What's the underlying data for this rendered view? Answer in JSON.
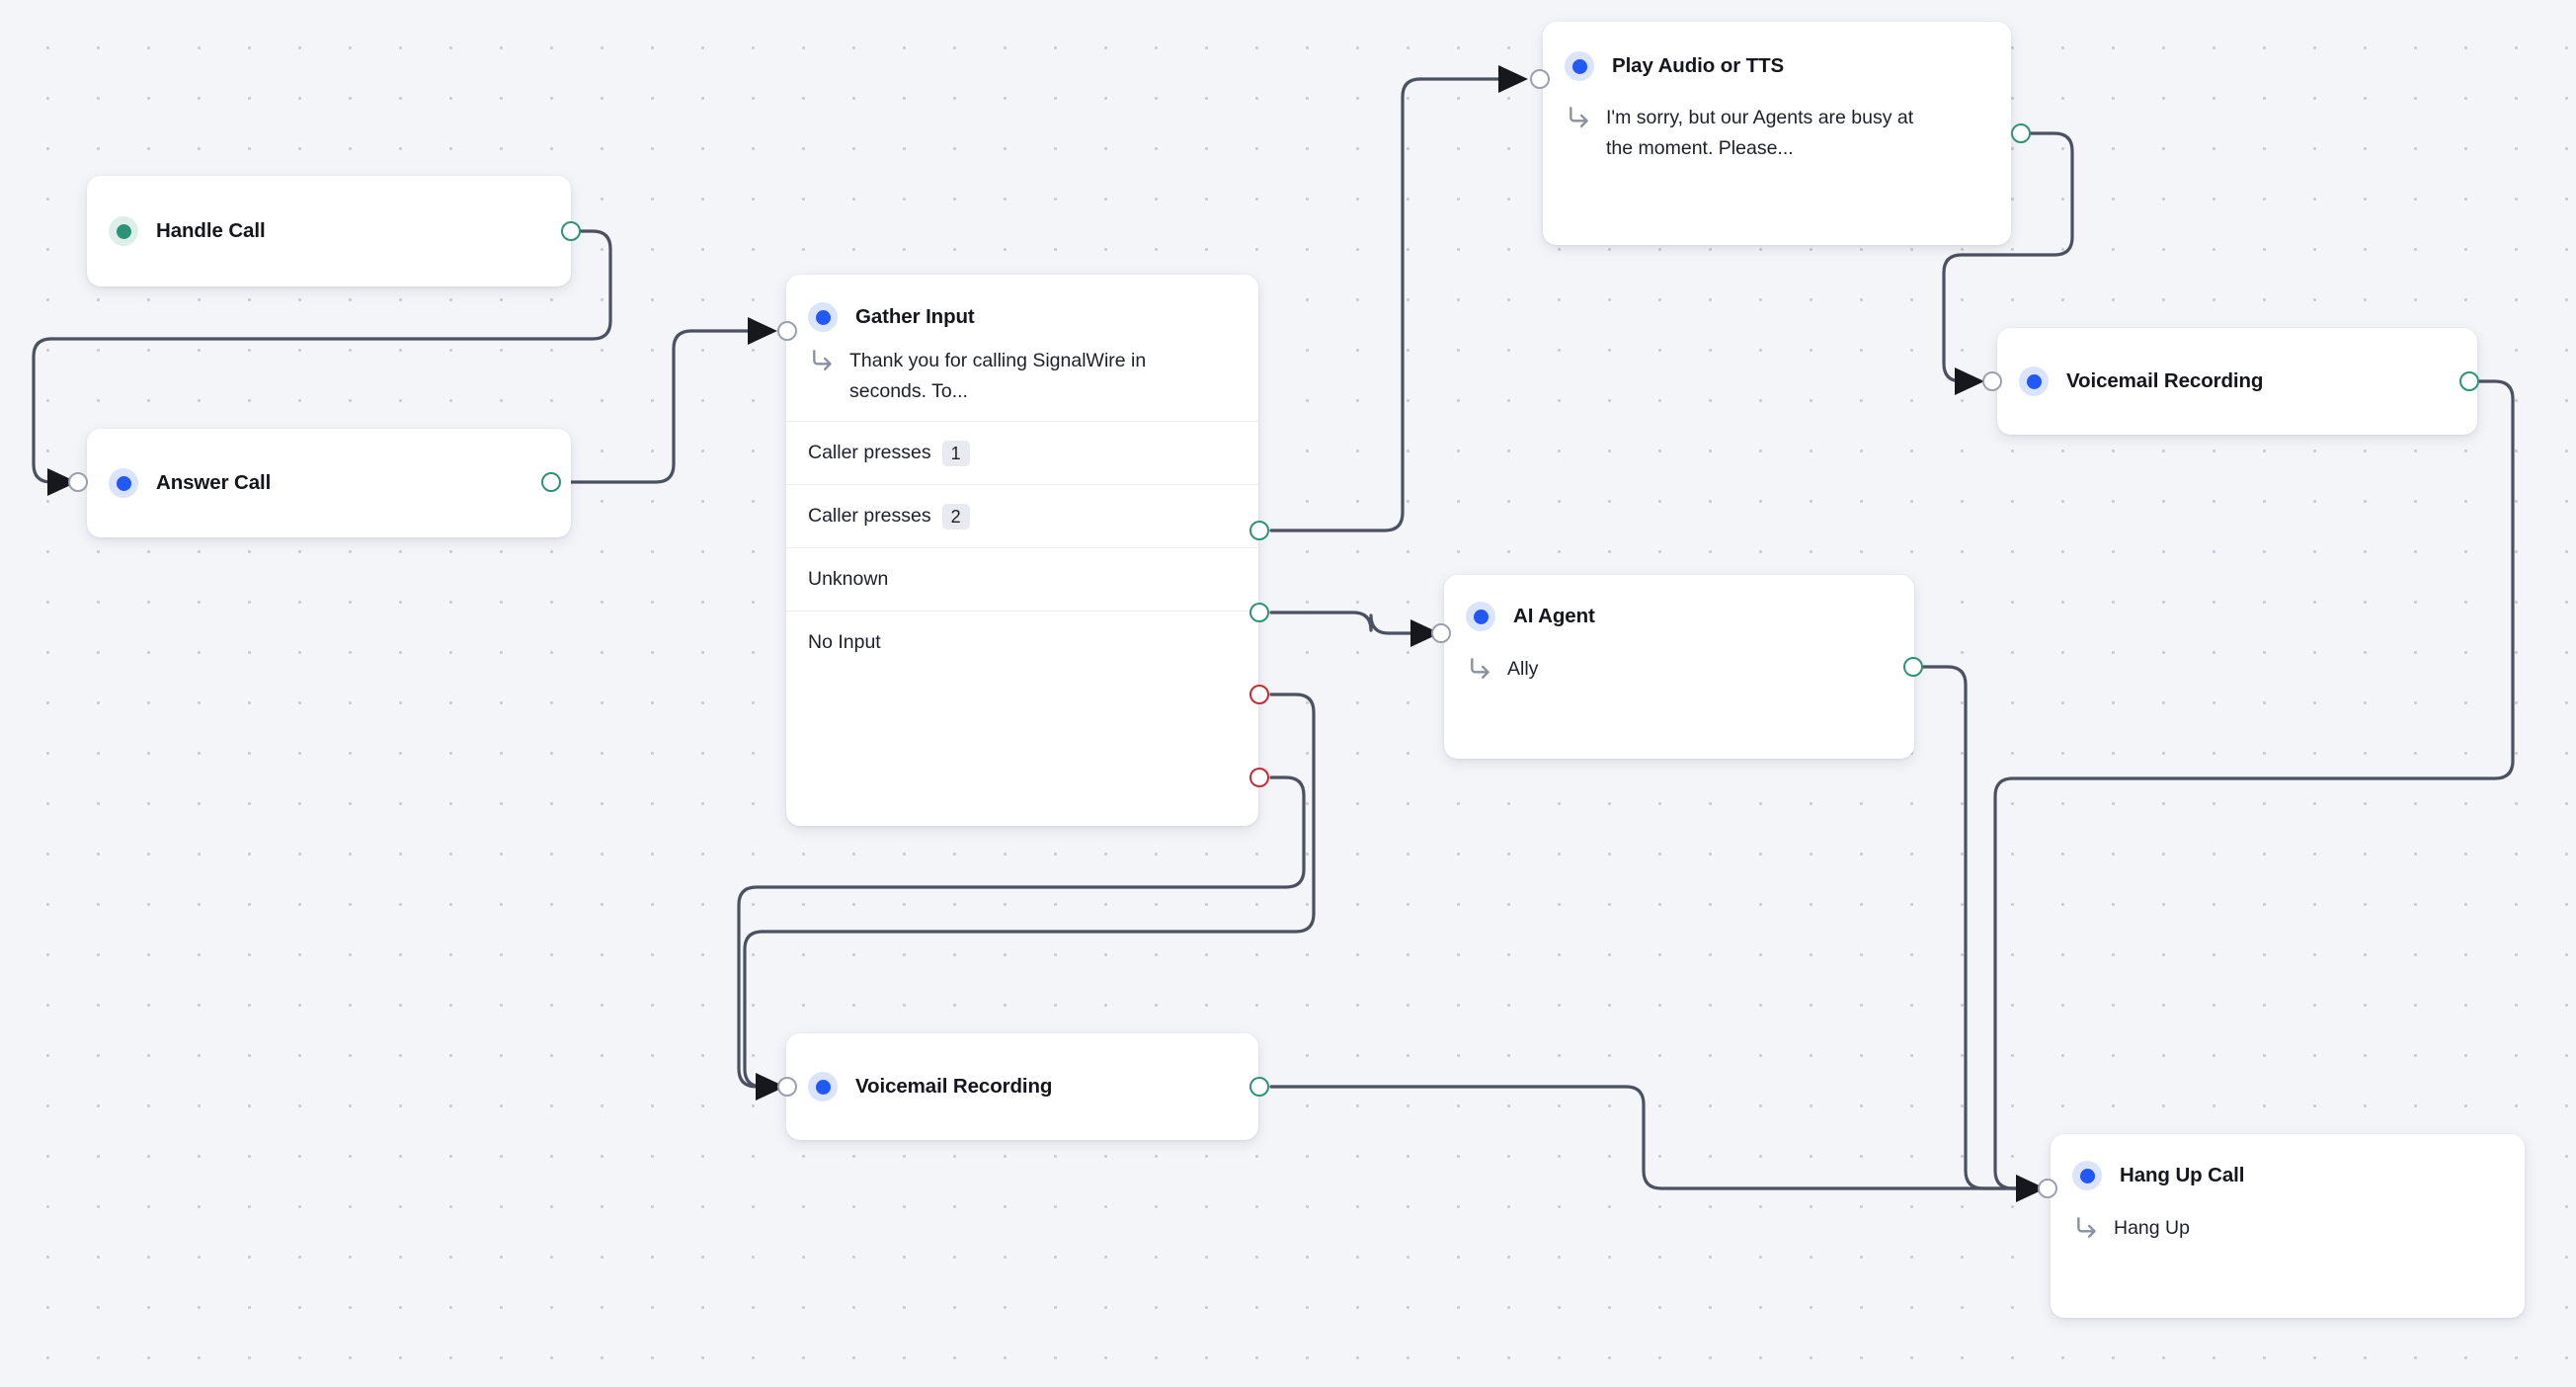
{
  "app": {
    "canvas_name": "call-flow-canvas",
    "background_color": "#f4f5f9",
    "grid_dot_color": "#c9ccd8",
    "edge_color": "#4b5160"
  },
  "palette": {
    "accent_blue": "#2258f6",
    "accent_blue_halo": "#dbe4fe",
    "accent_green": "#2f9277",
    "accent_green_halo": "#deefe9",
    "port_green": "#2f9277",
    "port_red": "#c42b36",
    "port_grey": "#9aa0ad",
    "title_color": "#14161c",
    "body_color": "#1d2029",
    "badge_bg": "#e9eaef"
  },
  "nodes": [
    {
      "id": "handle-call",
      "title": "Handle Call",
      "dot": "green",
      "subtitle": null,
      "rows": []
    },
    {
      "id": "answer-call",
      "title": "Answer Call",
      "dot": "blue",
      "subtitle": null,
      "rows": []
    },
    {
      "id": "gather-input",
      "title": "Gather Input",
      "dot": "blue",
      "subtitle": "Thank you for calling SignalWire in seconds. To...",
      "rows": [
        {
          "label": "Caller presses",
          "badge": "1",
          "port": "green"
        },
        {
          "label": "Caller presses",
          "badge": "2",
          "port": "green"
        },
        {
          "label": "Unknown",
          "badge": null,
          "port": "red"
        },
        {
          "label": "No Input",
          "badge": null,
          "port": "red"
        }
      ]
    },
    {
      "id": "play-audio-or-tts",
      "title": "Play Audio or TTS",
      "dot": "blue",
      "subtitle": "I'm sorry, but our Agents are busy at the moment. Please...",
      "rows": []
    },
    {
      "id": "voicemail-recording-top",
      "title": "Voicemail Recording",
      "dot": "blue",
      "subtitle": null,
      "rows": []
    },
    {
      "id": "ai-agent",
      "title": "AI Agent",
      "dot": "blue",
      "subtitle": "Ally",
      "rows": []
    },
    {
      "id": "voicemail-recording-bottom",
      "title": "Voicemail Recording",
      "dot": "blue",
      "subtitle": null,
      "rows": []
    },
    {
      "id": "hang-up-call",
      "title": "Hang Up Call",
      "dot": "blue",
      "subtitle": "Hang Up",
      "rows": []
    }
  ],
  "edges": [
    {
      "from": "handle-call",
      "to": "answer-call"
    },
    {
      "from": "answer-call",
      "to": "gather-input"
    },
    {
      "from": "gather-input.caller-presses-1",
      "to": "play-audio-or-tts"
    },
    {
      "from": "play-audio-or-tts",
      "to": "voicemail-recording-top"
    },
    {
      "from": "gather-input.caller-presses-2",
      "to": "ai-agent"
    },
    {
      "from": "gather-input.unknown",
      "to": "voicemail-recording-bottom"
    },
    {
      "from": "gather-input.no-input",
      "to": "voicemail-recording-bottom"
    },
    {
      "from": "voicemail-recording-top",
      "to": "hang-up-call"
    },
    {
      "from": "ai-agent",
      "to": "hang-up-call"
    },
    {
      "from": "voicemail-recording-bottom",
      "to": "hang-up-call"
    }
  ]
}
